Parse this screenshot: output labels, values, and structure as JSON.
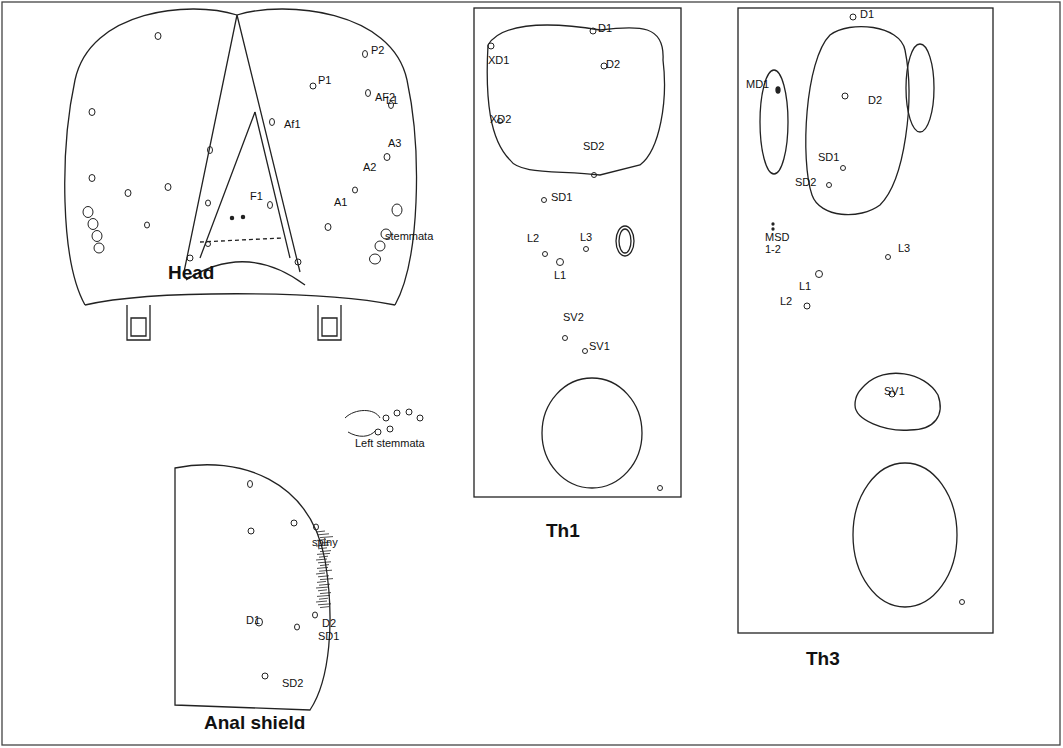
{
  "diagram": {
    "labels": [
      "P2",
      "AF2",
      "P1",
      "L1",
      "Af1",
      "A3",
      "A2",
      "F1",
      "A1",
      "stemmata",
      "Head",
      "Left stemmata",
      "Anal shield",
      "spiny",
      "D1",
      "D2",
      "SD1",
      "SD2",
      "D1",
      "XD1",
      "D2",
      "XD2",
      "SD2",
      "SD1",
      "L2",
      "L3",
      "L1",
      "SV2",
      "SV1",
      "Th1",
      "MD1",
      "D1",
      "D2",
      "SD1",
      "SD2",
      "MSD 1-2",
      "L1",
      "L3",
      "L2",
      "SV1",
      "Th3"
    ]
  }
}
